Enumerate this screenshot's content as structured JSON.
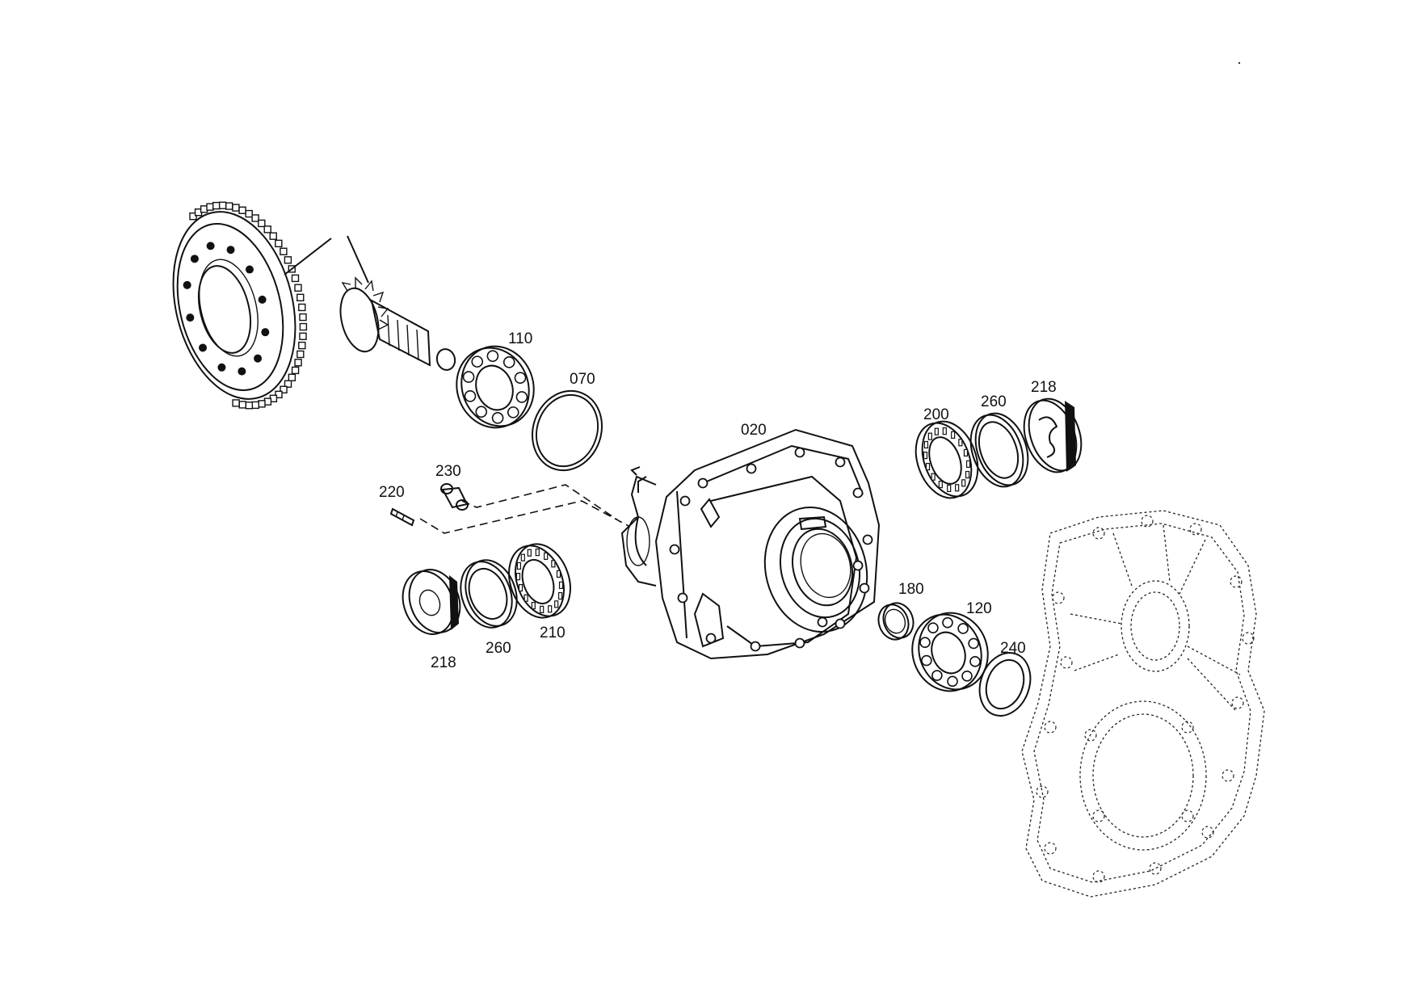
{
  "callouts": {
    "c110": "110",
    "c070": "070",
    "c020": "020",
    "c200": "200",
    "c260_right": "260",
    "c218_right": "218",
    "c230": "230",
    "c220": "220",
    "c218_left": "218",
    "c260_left": "260",
    "c210": "210",
    "c180": "180",
    "c120": "120",
    "c240": "240"
  }
}
